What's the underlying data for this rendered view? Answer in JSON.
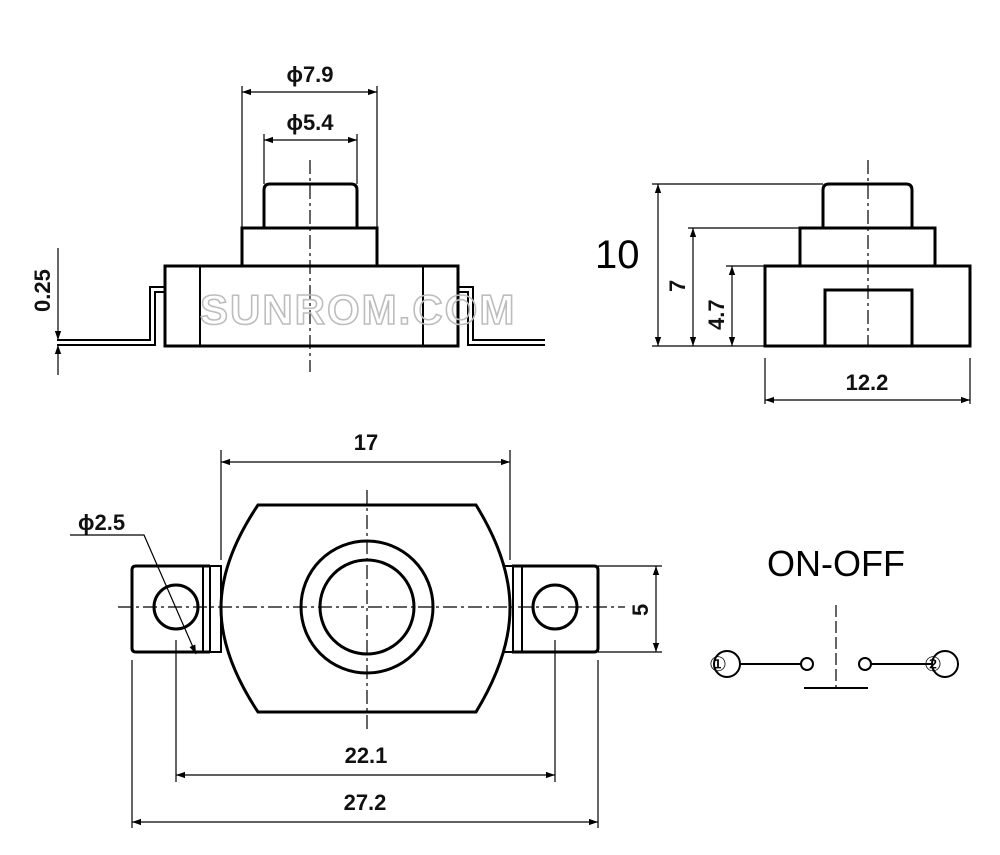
{
  "labels": {
    "phi_7_9": "ϕ7.9",
    "phi_5_4": "ϕ5.4",
    "dim_0_25": "0.25",
    "dim_10": "10",
    "dim_7": "7",
    "dim_4_7": "4.7",
    "dim_12_2": "12.2",
    "dim_17": "17",
    "phi_2_5": "ϕ2.5",
    "dim_5": "5",
    "dim_22_1": "22.1",
    "dim_27_2": "27.2",
    "switch_title": "ON-OFF",
    "terminal_1": "①",
    "terminal_2": "②"
  },
  "watermark": "SUNROM.COM"
}
